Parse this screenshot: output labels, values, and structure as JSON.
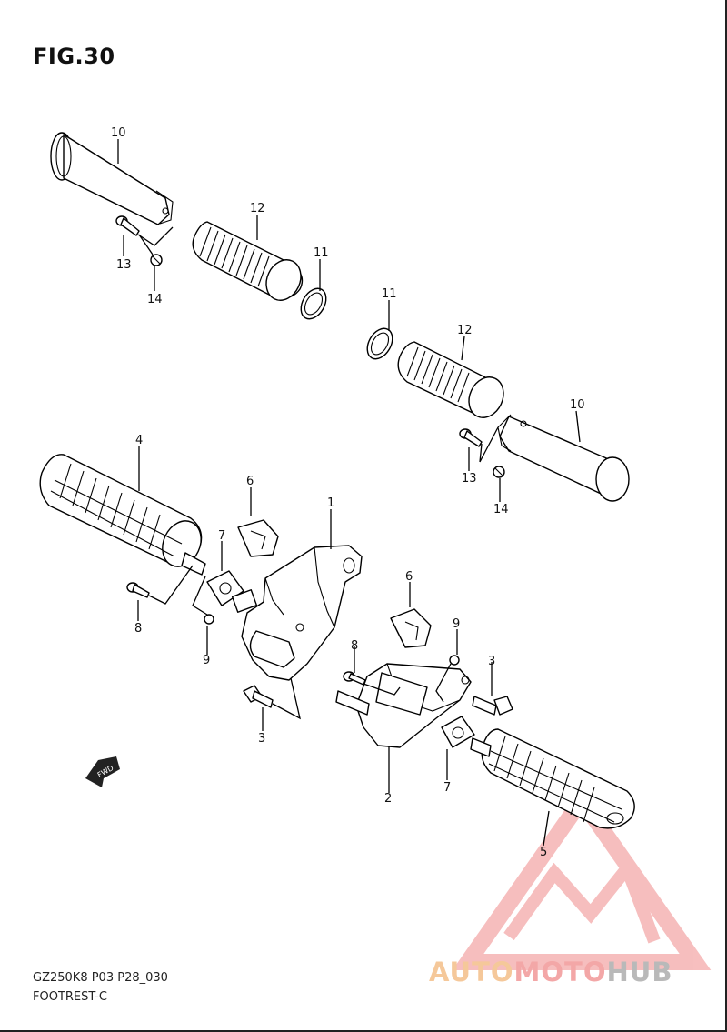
{
  "figure": {
    "title": "FIG.30",
    "code": "GZ250K8 P03 P28_030",
    "name": "FOOTREST-C",
    "fwd_label": "FWD"
  },
  "watermark": {
    "part1": "AUTO",
    "part2": "MOTO",
    "part3": "HUB",
    "colors": {
      "auto": "#f5c89a",
      "moto": "#f3a7a7",
      "hub": "#b9b9b9",
      "logo": "#f08a8a"
    }
  },
  "callouts": {
    "c1": "1",
    "c2": "2",
    "c3a": "3",
    "c3b": "3",
    "c4": "4",
    "c5": "5",
    "c6a": "6",
    "c6b": "6",
    "c7a": "7",
    "c7b": "7",
    "c8a": "8",
    "c8b": "8",
    "c9a": "9",
    "c9b": "9",
    "c10a": "10",
    "c10b": "10",
    "c11a": "11",
    "c11b": "11",
    "c12a": "12",
    "c12b": "12",
    "c13a": "13",
    "c13b": "13",
    "c14a": "14",
    "c14b": "14"
  }
}
